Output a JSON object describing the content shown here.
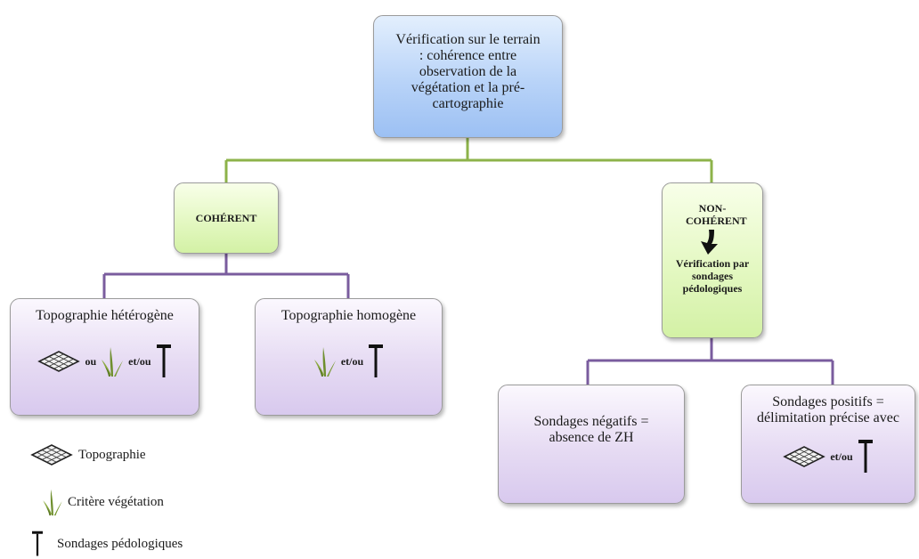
{
  "nodes": {
    "root": "Vérification sur le terrain : cohérence entre observation de la végétation et la pré-cartographie",
    "coherent": "COHÉRENT",
    "non_coherent_title": "NON-COHÉRENT",
    "non_coherent_sub": "Vérification par sondages pédologiques",
    "heterogene": "Topographie hétérogène",
    "homogene": "Topographie homogène",
    "negatifs": "Sondages négatifs = absence de ZH",
    "positifs": "Sondages positifs = délimitation précise avec"
  },
  "connectors_text": {
    "ou": "ou",
    "etou": "et/ou"
  },
  "legend": {
    "topographie": "Topographie",
    "vegetation": "Critère végétation",
    "sondages": "Sondages pédologiques"
  },
  "colors": {
    "top_connector": "#8db34a",
    "purple_connector": "#7a5c9e",
    "blue_box": "#b8d3f8",
    "green_box": "#e4f8c2",
    "purple_box": "#e6dbf3"
  },
  "icons": [
    "topography-mesh-icon",
    "vegetation-plant-icon",
    "soil-auger-icon",
    "down-arrow-icon"
  ]
}
